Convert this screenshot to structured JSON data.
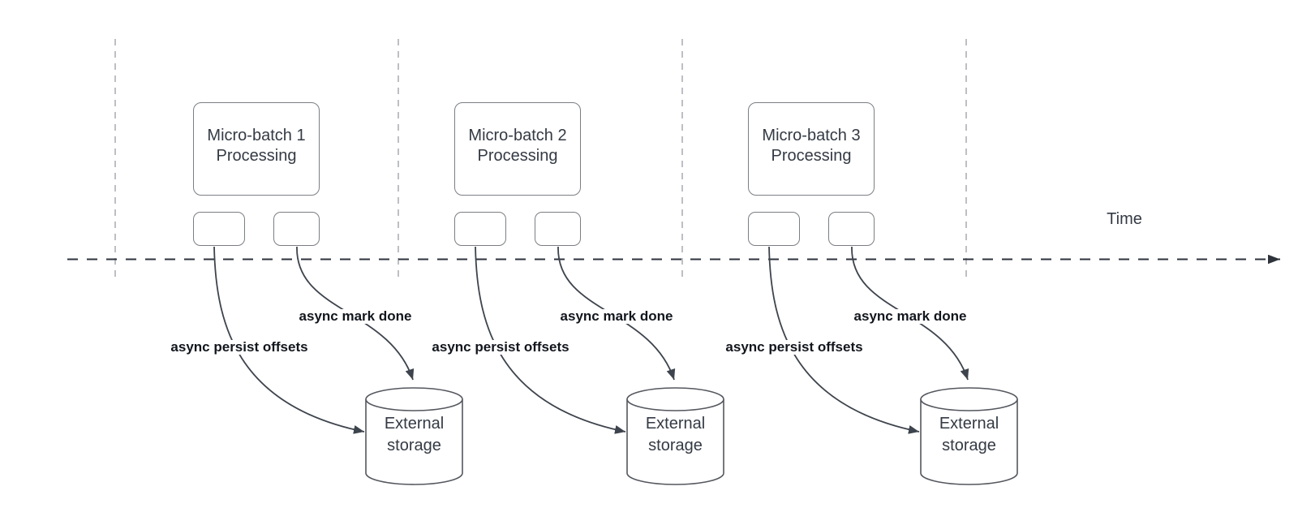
{
  "diagram": {
    "time_label": "Time",
    "groups": [
      {
        "batch_line1": "Micro-batch 1",
        "batch_line2": "Processing",
        "persist_label": "async persist offsets",
        "done_label": "async mark done",
        "storage_line1": "External",
        "storage_line2": "storage"
      },
      {
        "batch_line1": "Micro-batch 2",
        "batch_line2": "Processing",
        "persist_label": "async persist offsets",
        "done_label": "async mark done",
        "storage_line1": "External",
        "storage_line2": "storage"
      },
      {
        "batch_line1": "Micro-batch 3",
        "batch_line2": "Processing",
        "persist_label": "async persist offsets",
        "done_label": "async mark done",
        "storage_line1": "External",
        "storage_line2": "storage"
      }
    ],
    "colors": {
      "text": "#343a44",
      "bold_label_text": "#12161d",
      "box_border": "#7b7e83",
      "cylinder_stroke": "#54575e",
      "curve_stroke": "#3e444d",
      "timeline_stroke": "#2e333c",
      "guide_stroke": "#b2b4b9"
    }
  }
}
